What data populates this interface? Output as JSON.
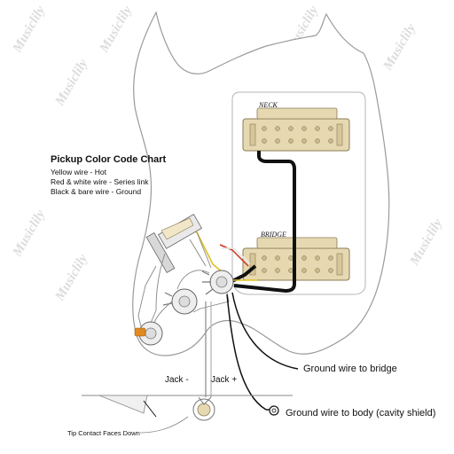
{
  "chart": {
    "title": "Pickup Color Code Chart",
    "legend": [
      "Yellow wire - Hot",
      "Red & white wire - Series link",
      "Black & bare wire - Ground"
    ]
  },
  "pickups": {
    "neck_label": "NECK",
    "bridge_label": "BRIDGE"
  },
  "labels": {
    "jack_minus": "Jack -",
    "jack_plus": "Jack +",
    "ground_bridge": "Ground wire to bridge",
    "ground_body": "Ground wire to body (cavity shield)",
    "tip_contact": "Tip Contact Faces Down"
  },
  "watermark": "Musiclily",
  "colors": {
    "pickguard": "#ffffff",
    "pickguard_outline": "#9a9a9a",
    "humbucker_cover": "#e6d9b2",
    "pole_piece": "#c9b98c",
    "wire_black": "#111111",
    "wire_yellow": "#e0c020",
    "wire_red": "#d23020",
    "wire_white": "#f4f4f4",
    "wire_bare": "#aaaaaa",
    "capacitor": "#e08a20"
  }
}
